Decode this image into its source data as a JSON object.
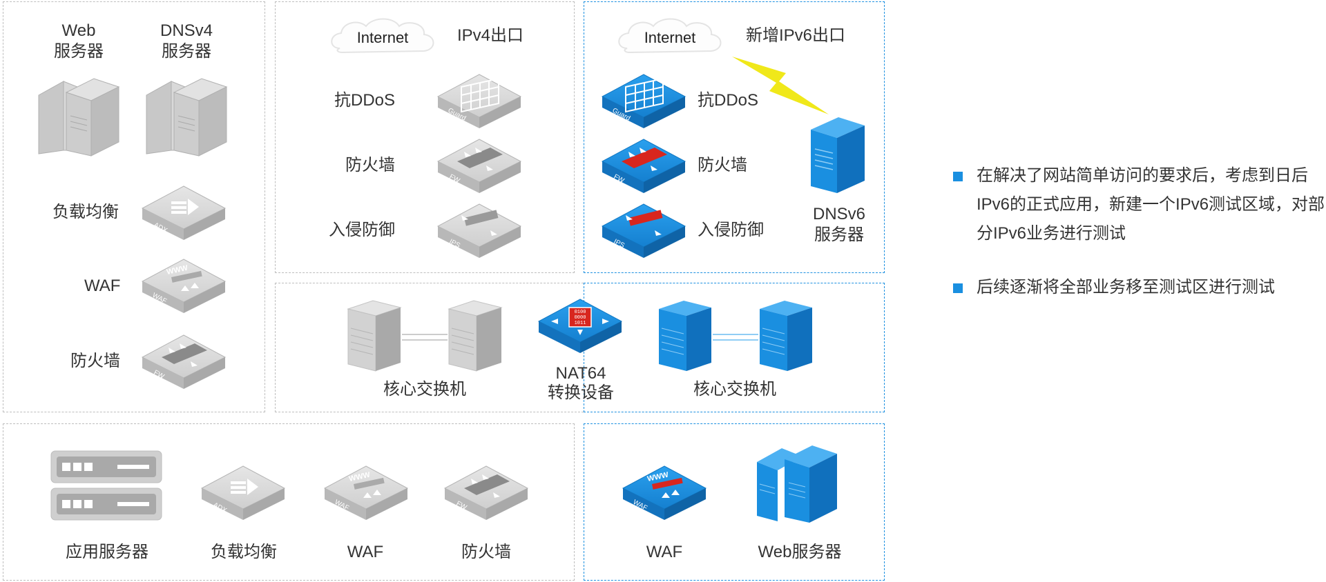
{
  "left_zone": {
    "web_server": "Web\n服务器",
    "dnsv4_server": "DNSv4\n服务器",
    "load_balance": "负载均衡",
    "waf": "WAF",
    "firewall": "防火墙"
  },
  "ipv4_exit_zone": {
    "cloud": "Internet",
    "title": "IPv4出口",
    "anti_ddos": "抗DDoS",
    "firewall": "防火墙",
    "ips": "入侵防御"
  },
  "ipv6_exit_zone": {
    "cloud": "Internet",
    "title": "新增IPv6出口",
    "anti_ddos": "抗DDoS",
    "firewall": "防火墙",
    "ips": "入侵防御",
    "dnsv6_server": "DNSv6\n服务器"
  },
  "core_zone": {
    "core_switch_v4": "核心交换机",
    "nat64": "NAT64\n转换设备",
    "core_switch_v6": "核心交换机"
  },
  "bottom_v4_zone": {
    "app_server": "应用服务器",
    "load_balance": "负载均衡",
    "waf": "WAF",
    "firewall": "防火墙"
  },
  "bottom_v6_zone": {
    "waf": "WAF",
    "web_server": "Web服务器"
  },
  "device_tags": {
    "guard": "Guard",
    "fw": "FW",
    "ips": "IPS",
    "adx": "ADX",
    "waf": "WAF",
    "www": "WWW",
    "nat_bits": "0100\n0000\n1011"
  },
  "notes": [
    "在解决了网站简单访问的要求后，考虑到日后IPv6的正式应用，新建一个IPv6测试区域，对部分IPv6业务进行测试",
    "后续逐渐将全部业务移至测试区进行测试"
  ],
  "colors": {
    "gray_device": "#c8c8c8",
    "blue_device": "#1a8fe0",
    "gray_border": "#bdbdbd",
    "blue_border": "#1a8fe0",
    "lightning": "#f0e81a"
  }
}
